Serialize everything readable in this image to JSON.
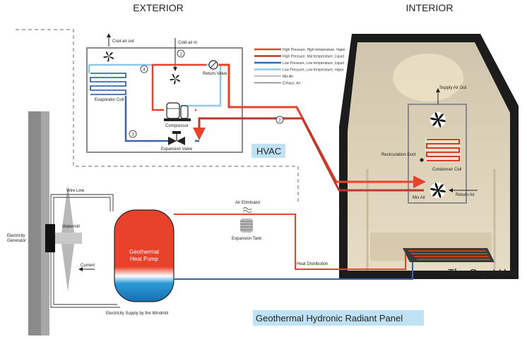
{
  "headers": {
    "exterior": "EXTERIOR",
    "interior": "INTERIOR"
  },
  "hvac": {
    "title": "HVAC",
    "cool_air_out": "Cool air out",
    "cold_air_in": "Cold air in",
    "return_valve": "Return Valve",
    "evaporator_coil": "Evaporator Coil",
    "compressor": "Compressor",
    "expansion_valve": "Expansion Valve",
    "steps": [
      "1",
      "2",
      "3",
      "4"
    ]
  },
  "legend": [
    {
      "label": "High Pressure, High temperature, Vapor",
      "color": "#e8412c"
    },
    {
      "label": "High Pressure, Mid temperature, Liquid",
      "color": "#b83a2a"
    },
    {
      "label": "Low Pressure, Low temperature, Liquid",
      "color": "#3c64a8"
    },
    {
      "label": "Low Pressure, Low temperature, Vapor",
      "color": "#8fc8ea"
    },
    {
      "label": "Mix Air",
      "color": "#9a9a9a"
    },
    {
      "label": "Exhaus. Air",
      "color": "#6f6f6f"
    }
  ],
  "interior": {
    "supply_air_out": "Supply Air Out",
    "recirculation_duct": "Recirculation Duct",
    "condenser_coil": "Condenser Coil",
    "mix_air": "Mix Air",
    "return_air": "Return Air",
    "hall_name": "The Great Hall"
  },
  "geothermal": {
    "title": "Geothermal Hydronic Radiant Panel",
    "heat_pump": [
      "Geothermal",
      "Heat Pump"
    ],
    "air_eliminator": "Air Eliminator",
    "expansion_tank": "Expansion Tank",
    "heat_distribution": "Heat Distribution",
    "wire_line": "Wire Line",
    "watermill": "Watermill",
    "electricity_generator": [
      "Electricity",
      "Generator"
    ],
    "current": "Current",
    "electricity_supply": "Electricity Supply by the Windmill"
  },
  "colors": {
    "hot": "#e8412c",
    "cold": "#3c64a8",
    "light": "#8fc8ea",
    "highlight": "#bfe3f5",
    "hall_bg": "#d9cdb6"
  }
}
